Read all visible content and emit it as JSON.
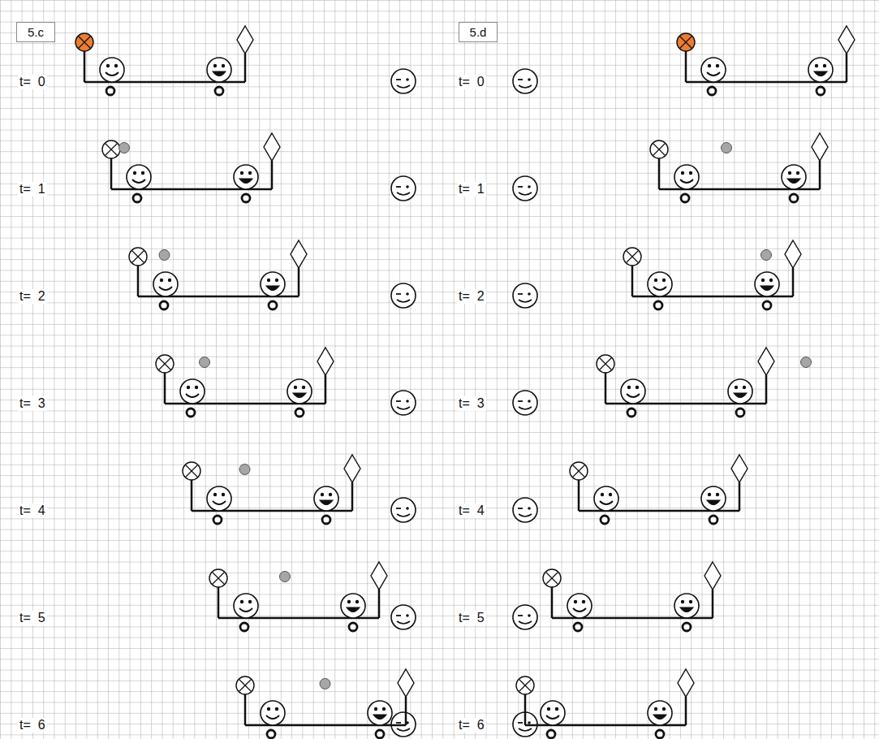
{
  "diagram": {
    "nodes": [
      {
        "text": [
          "5.c"
        ]
      },
      {
        "text": [
          "5.d"
        ]
      }
    ],
    "labels": [
      "t=  0",
      "t=  1",
      "t=  2",
      "t=  3",
      "t=  4",
      "t=  5",
      "t=  6",
      "t=  0",
      "t=  1",
      "t=  2",
      "t=  3",
      "t=  4",
      "t=  5",
      "t=  6"
    ]
  }
}
